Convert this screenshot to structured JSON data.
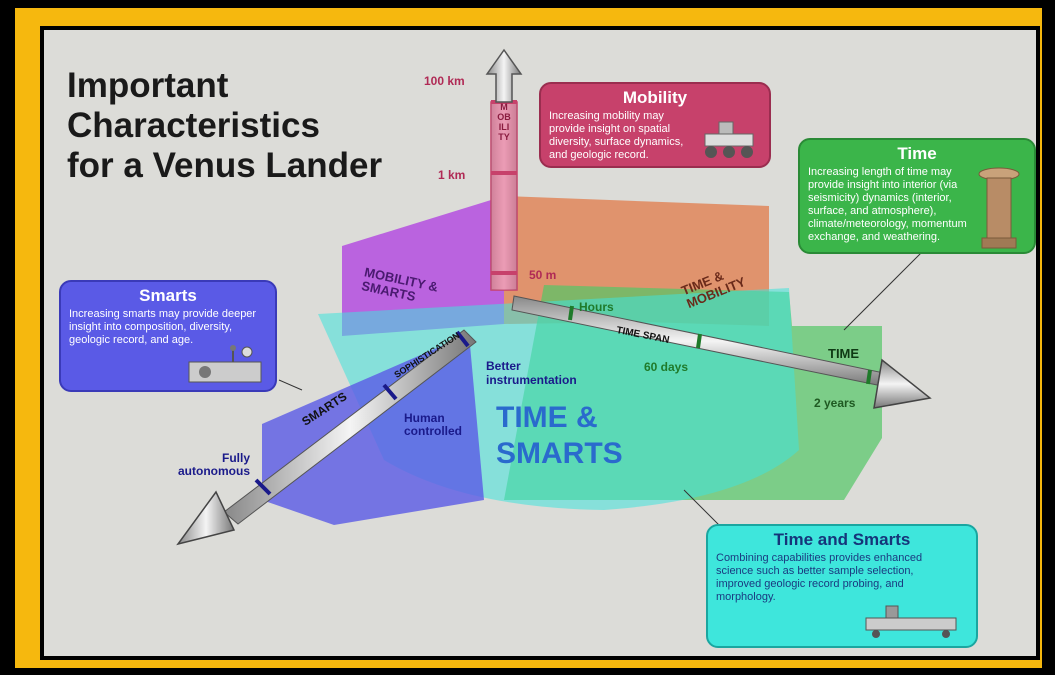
{
  "title": "Important\nCharacteristics\nfor a Venus Lander",
  "boxes": {
    "mobility": {
      "heading": "Mobility",
      "text": "Increasing mobility may provide insight on spatial diversity, surface dynamics, and geologic record."
    },
    "time": {
      "heading": "Time",
      "text": "Increasing length of time may provide insight into interior (via seismicity) dynamics (interior, surface, and atmosphere), climate/meteorology, momentum exchange, and weathering."
    },
    "smarts": {
      "heading": "Smarts",
      "text": "Increasing smarts may provide deeper insight into composition, diversity, geologic record, and age."
    },
    "time_smarts": {
      "heading": "Time and Smarts",
      "text": "Combining capabilities provides enhanced science such as better sample selection, improved geologic record probing, and morphology."
    }
  },
  "axes": {
    "mobility_axis": "MOBILITY",
    "time_axis": "TIME SPAN",
    "smarts_axis": "SMARTS",
    "sophistication": "SOPHISTICATION"
  },
  "ticks": {
    "m100km": "100 km",
    "m1km": "1 km",
    "m50m": "50 m",
    "hours": "Hours",
    "days60": "60 days",
    "years2": "2 years",
    "better": "Better instrumentation",
    "human": "Human controlled",
    "fully": "Fully autonomous"
  },
  "regions": {
    "mob_smarts": "MOBILITY & SMARTS",
    "time_mob": "TIME & MOBILITY",
    "time": "TIME",
    "time_smarts": "TIME & SMARTS"
  },
  "colors": {
    "mobility": "#c7416b",
    "time": "#3bb54a",
    "smarts": "#5a5ae6",
    "time_smarts": "#34d9d0",
    "frame": "#f6b80e"
  }
}
